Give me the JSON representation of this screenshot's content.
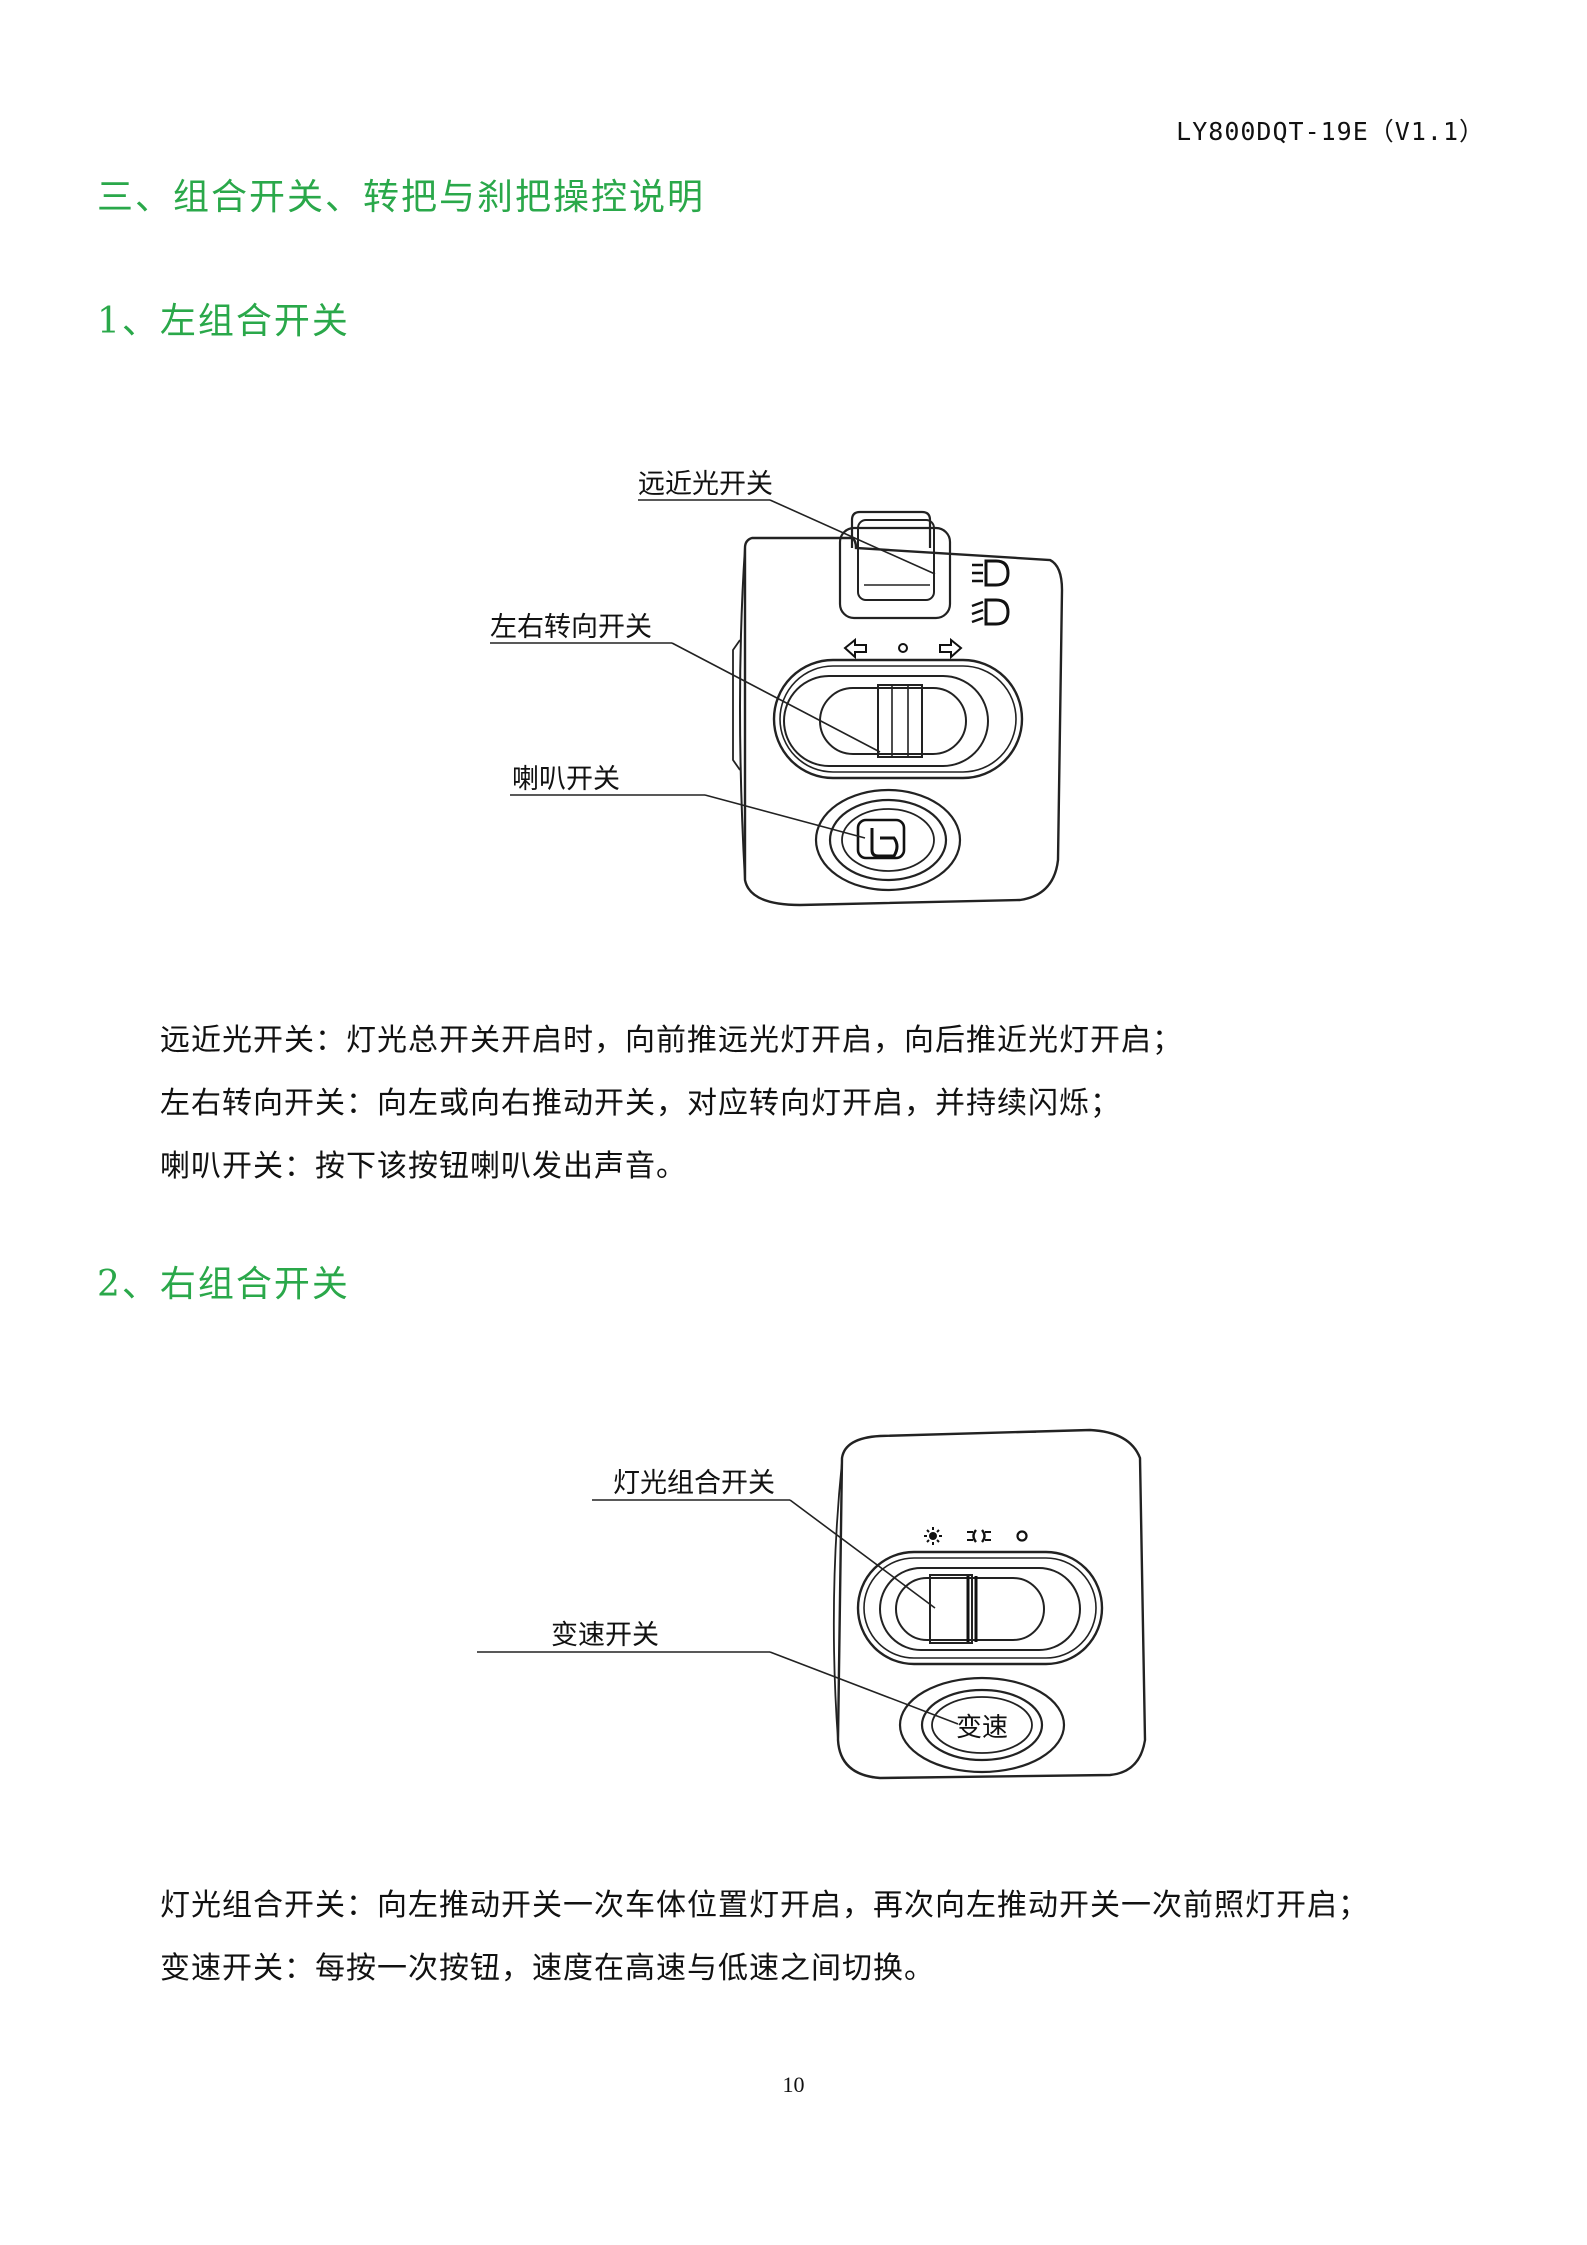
{
  "header": {
    "doc_code": "LY800DQT-19E（V1.1）"
  },
  "section": {
    "title": "三、组合开关、转把与刹把操控说明"
  },
  "left_switch": {
    "heading": "1、左组合开关",
    "callouts": {
      "beam": "远近光开关",
      "turn": "左右转向开关",
      "horn": "喇叭开关"
    },
    "descriptions": [
      "远近光开关：灯光总开关开启时，向前推远光灯开启，向后推近光灯开启；",
      "左右转向开关：向左或向右推动开关，对应转向灯开启，并持续闪烁；",
      "喇叭开关：按下该按钮喇叭发出声音。"
    ]
  },
  "right_switch": {
    "heading": "2、右组合开关",
    "callouts": {
      "light": "灯光组合开关",
      "speed": "变速开关"
    },
    "button_text": "变速",
    "descriptions": [
      "灯光组合开关：向左推动开关一次车体位置灯开启，再次向左推动开关一次前照灯开启；",
      "变速开关：每按一次按钮，速度在高速与低速之间切换。"
    ]
  },
  "footer": {
    "page_number": "10"
  }
}
